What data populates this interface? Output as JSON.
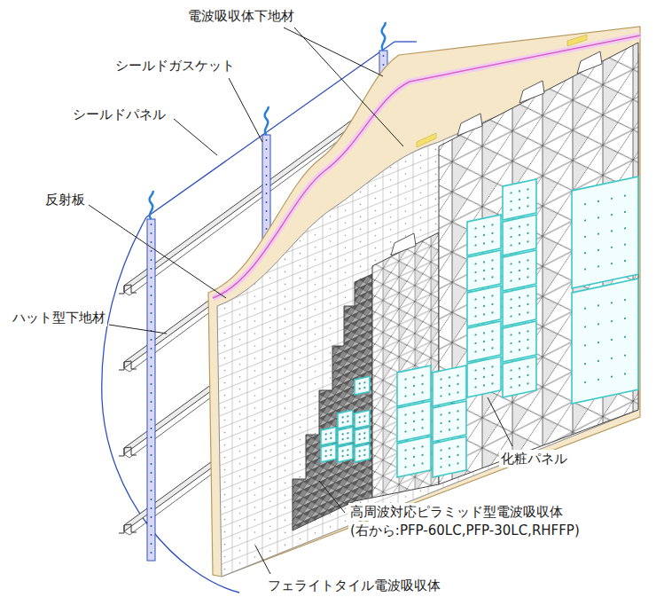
{
  "diagram": {
    "labels": [
      "電波吸収体下地材",
      "シールドガスケット",
      "シールドパネル",
      "反射板",
      "ハット型下地材",
      "化粧パネル",
      "高周波対応ピラミッド型電波吸収体",
      "(右から:PFP-60LC,PFP-30LC,RHFFP)",
      "フェライトタイル電波吸収体"
    ]
  }
}
